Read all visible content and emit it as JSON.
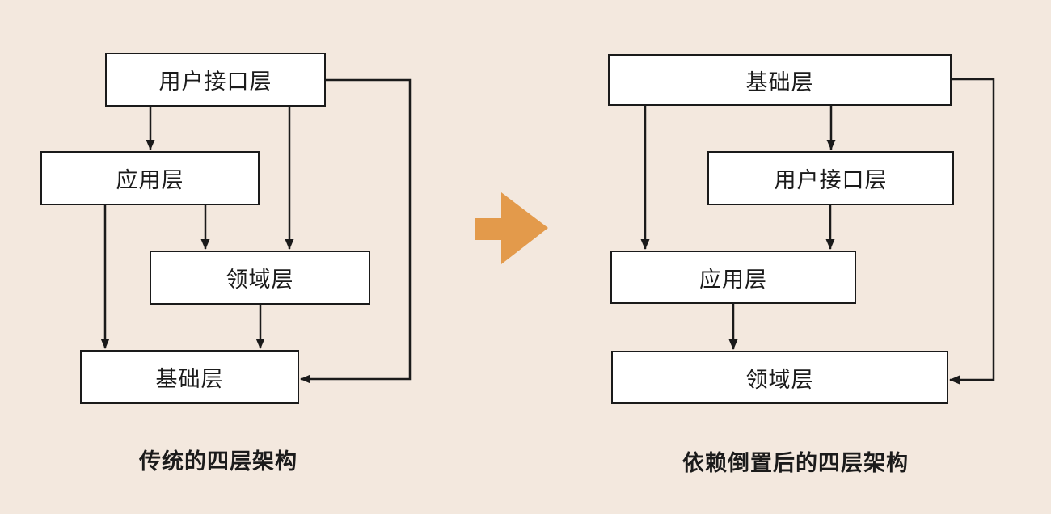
{
  "colors": {
    "background": "#F3E8DE",
    "box_fill": "#FFFFFF",
    "box_border": "#1A1A1A",
    "connector": "#1A1A1A",
    "accent_arrow": "#E39A4B"
  },
  "left_diagram": {
    "caption": "传统的四层架构",
    "boxes": [
      {
        "label": "用户接口层"
      },
      {
        "label": "应用层"
      },
      {
        "label": "领域层"
      },
      {
        "label": "基础层"
      }
    ]
  },
  "right_diagram": {
    "caption": "依赖倒置后的四层架构",
    "boxes": [
      {
        "label": "基础层"
      },
      {
        "label": "用户接口层"
      },
      {
        "label": "应用层"
      },
      {
        "label": "领域层"
      }
    ]
  }
}
